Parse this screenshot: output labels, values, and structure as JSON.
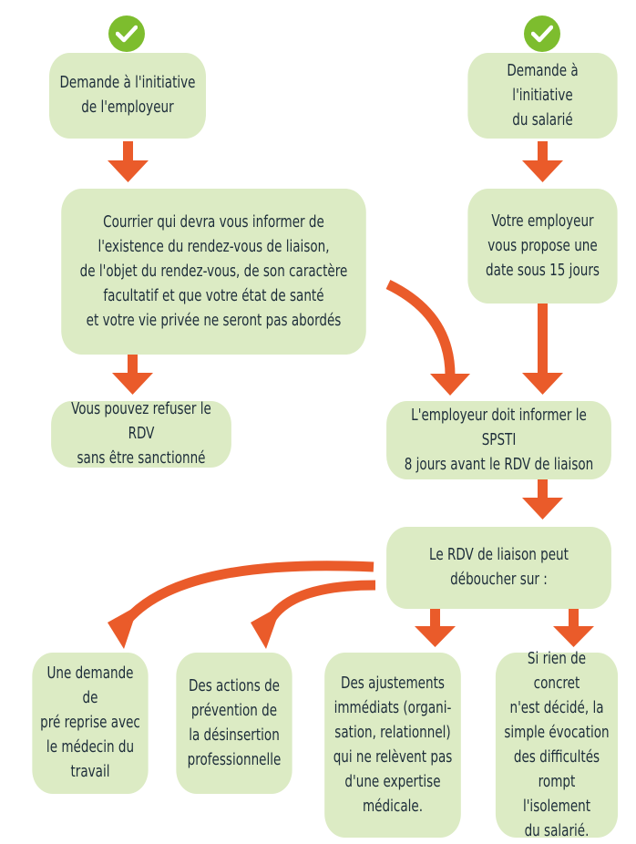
{
  "colors": {
    "box_fill": "#dcebc4",
    "arrow": "#ea5b2a",
    "check_circle": "#7dbd2e",
    "text": "#1d2d3a"
  },
  "nodes": {
    "employer_request": "Demande à l'initiative\nde l'employeur",
    "employee_request": "Demande à l'initiative\ndu salarié",
    "letter": "Courrier qui devra vous informer de\nl'existence du rendez-vous de liaison,\nde l'objet du rendez-vous, de son caractère\nfacultatif et que votre état de santé\net votre vie privée ne seront pas abordés",
    "employer_proposes": "Votre employeur\nvous propose une\ndate sous 15 jours",
    "refuse": "Vous pouvez refuser le RDV\nsans être sanctionné",
    "inform_spsti": "L'employeur doit informer le SPSTI\n8 jours avant le RDV de liaison",
    "outcome": "Le RDV de liaison peut\ndéboucher sur :",
    "pre_return": "Une demande de\npré reprise avec\nle médecin du\ntravail",
    "prevention": "Des actions de\nprévention de\nla désinsertion\nprofessionnelle",
    "adjustments": "Des ajustements\nimmédiats (organi-\nsation, relationnel)\nqui ne relèvent pas\nd'une expertise\nmédicale.",
    "nothing_decided": "Si rien de concret\nn'est décidé, la\nsimple évocation\ndes difficultés\nrompt l'isolement\ndu salarié."
  },
  "icons": {
    "employer_check": "check-circle-icon",
    "employee_check": "check-circle-icon"
  }
}
